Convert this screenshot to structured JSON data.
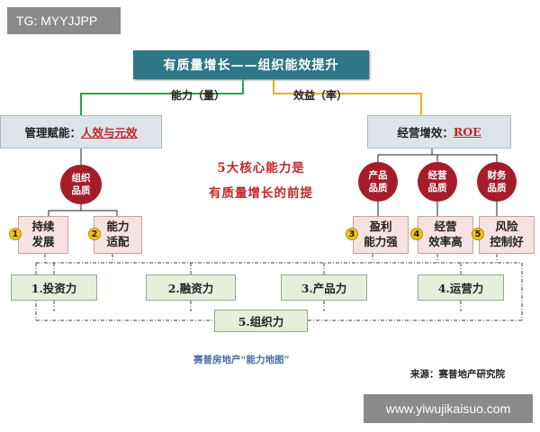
{
  "watermark_top": "TG: MYYJJPP",
  "watermark_bottom": "www.yiwujikaisuo.com",
  "title": "有质量增长——组织能效提升",
  "branch_left": "能力（量）",
  "branch_right": "效益（率）",
  "left_head": {
    "prefix": "管理赋能：",
    "highlight": "人效与元效"
  },
  "right_head": {
    "prefix": "经营增效：",
    "highlight": "ROE"
  },
  "center_text": [
    "5大核心能力是",
    "有质量增长的前提"
  ],
  "circles": {
    "org": [
      "组织",
      "品质"
    ],
    "product": [
      "产品",
      "品质"
    ],
    "operation": [
      "经营",
      "品质"
    ],
    "finance": [
      "财务",
      "品质"
    ]
  },
  "items": [
    {
      "num": "1",
      "lines": [
        "持续",
        "发展"
      ]
    },
    {
      "num": "2",
      "lines": [
        "能力",
        "适配"
      ]
    },
    {
      "num": "3",
      "lines": [
        "盈利",
        "能力强"
      ]
    },
    {
      "num": "4",
      "lines": [
        "经营",
        "效率高"
      ]
    },
    {
      "num": "5",
      "lines": [
        "风险",
        "控制好"
      ]
    }
  ],
  "capabilities": [
    "1.投资力",
    "2.融资力",
    "3.产品力",
    "4.运营力",
    "5.组织力"
  ],
  "caption": "赛普房地产“能力地图”",
  "source": "来源：赛普地产研究院",
  "colors": {
    "title_bg": "#2f7686",
    "left_branch": "#2aa64a",
    "right_branch": "#e8b21a",
    "accent_red": "#c0262b",
    "circle": "#a51d2a"
  }
}
